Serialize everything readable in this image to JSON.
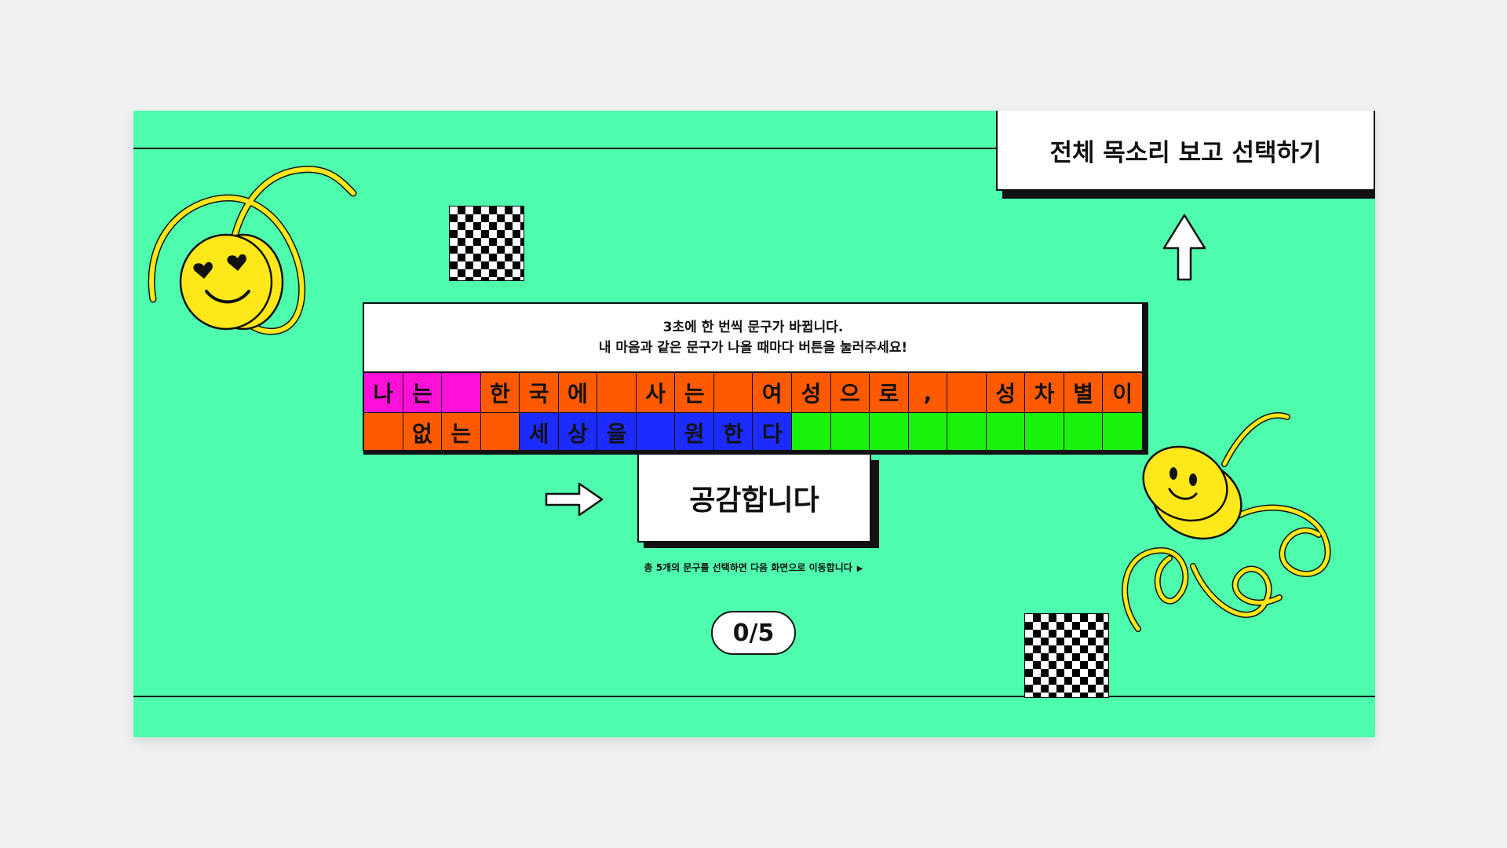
{
  "header": {
    "select_all_label": "전체 목소리 보고 선택하기"
  },
  "instructions": {
    "line1": "3초에 한 번씩 문구가 바뀝니다.",
    "line2": "내 마음과 같은 문구가 나올 때마다 버튼을 눌러주세요!"
  },
  "phrase_grid": {
    "row1": [
      {
        "char": "나",
        "color": "pink"
      },
      {
        "char": "는",
        "color": "pink"
      },
      {
        "char": "",
        "color": "pink"
      },
      {
        "char": "한",
        "color": "orange"
      },
      {
        "char": "국",
        "color": "orange"
      },
      {
        "char": "에",
        "color": "orange"
      },
      {
        "char": "",
        "color": "orange"
      },
      {
        "char": "사",
        "color": "orange"
      },
      {
        "char": "는",
        "color": "orange"
      },
      {
        "char": "",
        "color": "orange"
      },
      {
        "char": "여",
        "color": "orange"
      },
      {
        "char": "성",
        "color": "orange"
      },
      {
        "char": "으",
        "color": "orange"
      },
      {
        "char": "로",
        "color": "orange"
      },
      {
        "char": ",",
        "color": "orange"
      },
      {
        "char": "",
        "color": "orange"
      },
      {
        "char": "성",
        "color": "orange"
      },
      {
        "char": "차",
        "color": "orange"
      },
      {
        "char": "별",
        "color": "orange"
      },
      {
        "char": "이",
        "color": "orange"
      }
    ],
    "row2": [
      {
        "char": "",
        "color": "orange"
      },
      {
        "char": "없",
        "color": "orange"
      },
      {
        "char": "는",
        "color": "orange"
      },
      {
        "char": "",
        "color": "orange"
      },
      {
        "char": "세",
        "color": "blue"
      },
      {
        "char": "상",
        "color": "blue"
      },
      {
        "char": "을",
        "color": "blue"
      },
      {
        "char": "",
        "color": "blue"
      },
      {
        "char": "원",
        "color": "blue"
      },
      {
        "char": "한",
        "color": "blue"
      },
      {
        "char": "다",
        "color": "blue"
      },
      {
        "char": "",
        "color": "green"
      },
      {
        "char": "",
        "color": "green"
      },
      {
        "char": "",
        "color": "green"
      },
      {
        "char": "",
        "color": "green"
      },
      {
        "char": "",
        "color": "green"
      },
      {
        "char": "",
        "color": "green"
      },
      {
        "char": "",
        "color": "green"
      },
      {
        "char": "",
        "color": "green"
      },
      {
        "char": "",
        "color": "green"
      }
    ]
  },
  "agree_button": {
    "label": "공감합니다"
  },
  "hint": {
    "text": "총 5개의 문구를 선택하면 다음 화면으로 이동합니다"
  },
  "progress": {
    "selected": 0,
    "total": 5,
    "label": "0/5"
  },
  "colors": {
    "background": "#4dfcad",
    "pink": "#ff10d6",
    "orange": "#ff5a00",
    "blue": "#1c2bff",
    "green": "#19f20b",
    "smiley": "#ffe81a"
  },
  "icons": [
    "heart-eyes-smiley-icon",
    "smiley-cylinder-icon",
    "arrow-right-icon",
    "arrow-up-icon",
    "checker-pattern"
  ]
}
